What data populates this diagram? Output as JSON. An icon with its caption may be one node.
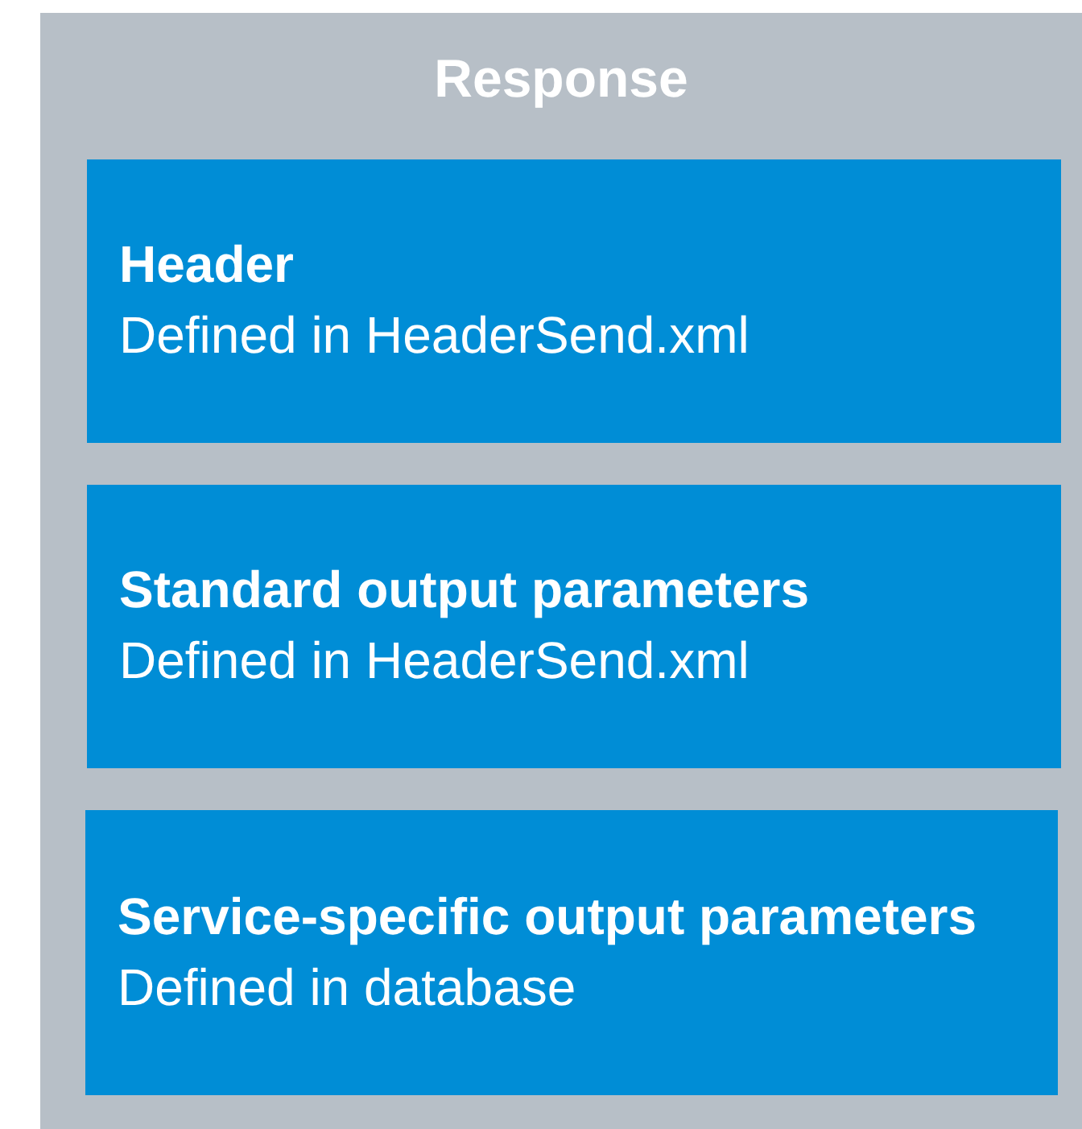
{
  "diagram": {
    "nodes": [
      {
        "text": [
          "Response"
        ]
      },
      {
        "text": [
          "Header",
          "Defined in HeaderSend.xml"
        ],
        "in": 0
      },
      {
        "text": [
          "Standard output parameters",
          "Defined in HeaderSend.xml"
        ],
        "in": 0
      },
      {
        "text": [
          "Service-specific output parameters",
          "Defined in database"
        ],
        "in": 0
      }
    ]
  }
}
